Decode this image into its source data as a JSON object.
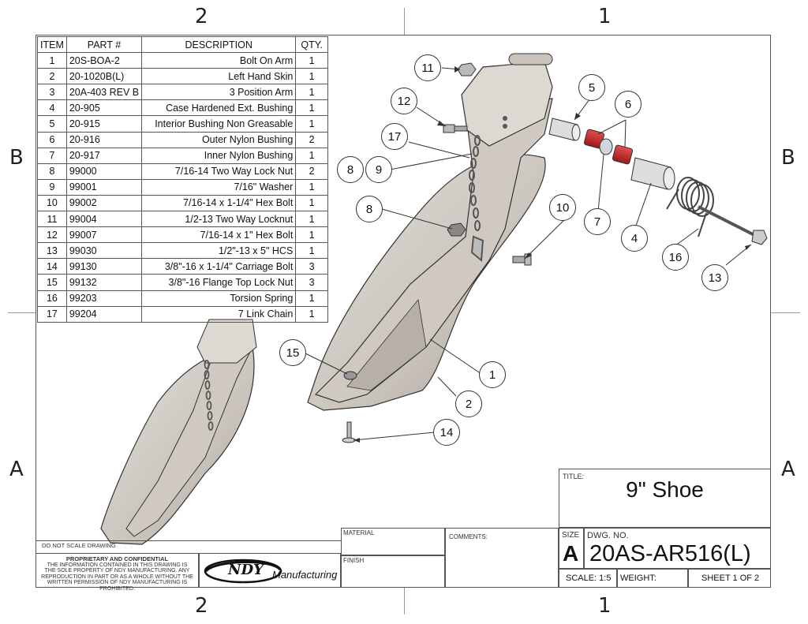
{
  "zones": {
    "top_left": "2",
    "top_right": "1",
    "bottom_left": "2",
    "bottom_right": "1",
    "left_upper": "B",
    "left_lower": "A",
    "right_upper": "B",
    "right_lower": "A"
  },
  "bom": {
    "headers": [
      "ITEM",
      "PART #",
      "DESCRIPTION",
      "QTY."
    ],
    "rows": [
      [
        "1",
        "20S-BOA-2",
        "Bolt On Arm",
        "1"
      ],
      [
        "2",
        "20-1020B(L)",
        "Left Hand Skin",
        "1"
      ],
      [
        "3",
        "20A-403 REV B",
        "3 Position Arm",
        "1"
      ],
      [
        "4",
        "20-905",
        "Case Hardened Ext. Bushing",
        "1"
      ],
      [
        "5",
        "20-915",
        "Interior Bushing Non Greasable",
        "1"
      ],
      [
        "6",
        "20-916",
        "Outer Nylon Bushing",
        "2"
      ],
      [
        "7",
        "20-917",
        "Inner Nylon Bushing",
        "1"
      ],
      [
        "8",
        "99000",
        "7/16-14 Two Way Lock Nut",
        "2"
      ],
      [
        "9",
        "99001",
        "7/16\" Washer",
        "1"
      ],
      [
        "10",
        "99002",
        "7/16-14 x 1-1/4\" Hex Bolt",
        "1"
      ],
      [
        "11",
        "99004",
        "1/2-13 Two Way Locknut",
        "1"
      ],
      [
        "12",
        "99007",
        "7/16-14 x 1\" Hex Bolt",
        "1"
      ],
      [
        "13",
        "99030",
        "1/2\"-13 x 5\" HCS",
        "1"
      ],
      [
        "14",
        "99130",
        "3/8\"-16 x 1-1/4\" Carriage Bolt",
        "3"
      ],
      [
        "15",
        "99132",
        "3/8\"-16 Flange Top Lock Nut",
        "3"
      ],
      [
        "16",
        "99203",
        "Torsion Spring",
        "1"
      ],
      [
        "17",
        "99204",
        "7 Link Chain",
        "1"
      ]
    ]
  },
  "balloons": [
    "11",
    "12",
    "17",
    "8",
    "9",
    "5",
    "6",
    "7",
    "4",
    "10",
    "8",
    "16",
    "13",
    "15",
    "1",
    "2",
    "14"
  ],
  "title_block": {
    "title_label": "TITLE:",
    "title": "9\" Shoe",
    "material_label": "MATERIAL",
    "finish_label": "FINISH",
    "comments_label": "COMMENTS:",
    "size_label": "SIZE",
    "size": "A",
    "dwg_no_label": "DWG.  NO.",
    "dwg_no": "20AS-AR516(L)",
    "scale": "SCALE: 1:5",
    "weight": "WEIGHT:",
    "sheet": "SHEET 1 OF 2",
    "do_not_scale": "DO NOT SCALE DRAWING",
    "proprietary_title": "PROPRIETARY AND CONFIDENTIAL",
    "proprietary_text": "THE INFORMATION CONTAINED IN THIS DRAWING IS THE SOLE PROPERTY OF NDY MANUFACTURING. ANY REPRODUCTION IN PART OR AS A WHOLE WITHOUT THE WRITTEN PERMISSION OF NDY MANUFACTURING IS PROHIBITED.",
    "logo_text": "NDY",
    "logo_sub": "Manufacturing"
  }
}
